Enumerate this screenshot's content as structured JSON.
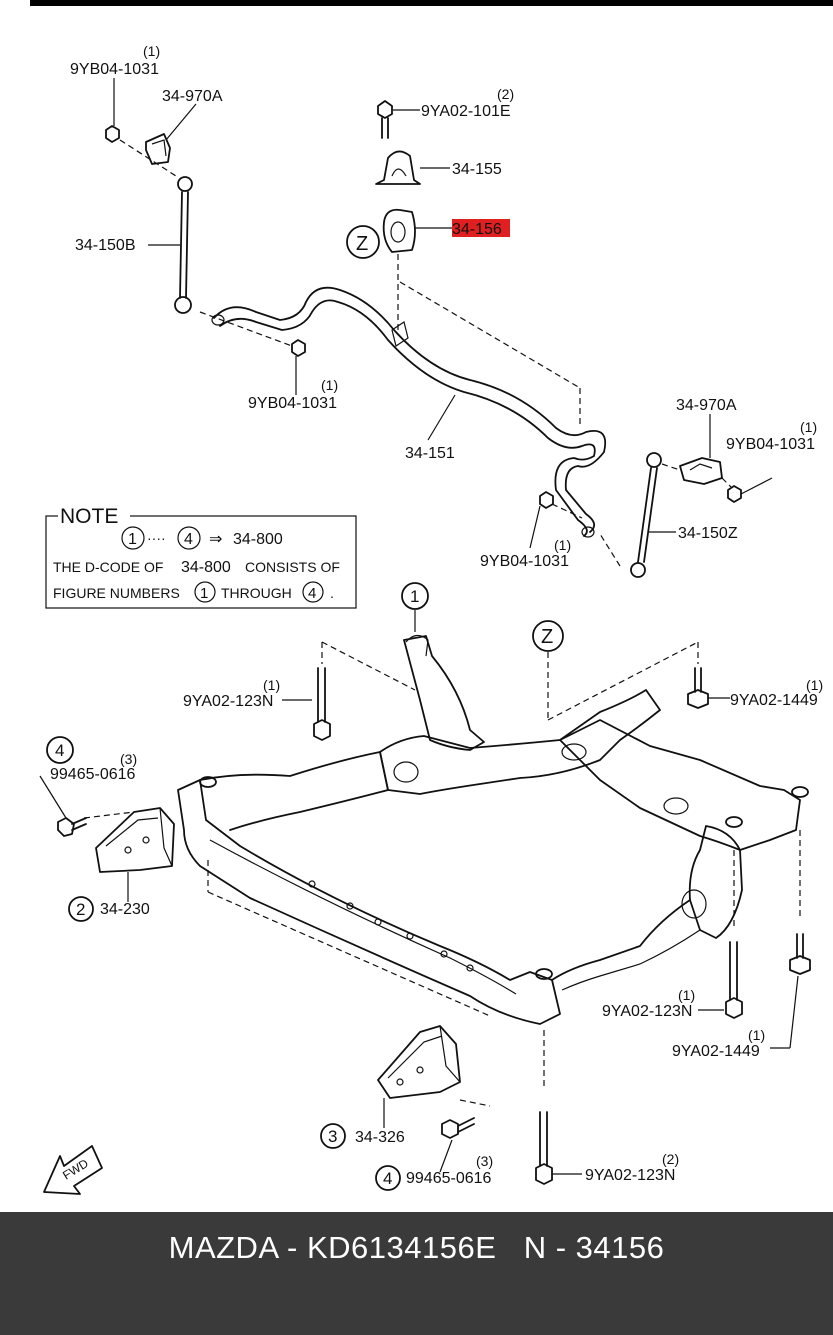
{
  "footer": {
    "text": "MAZDA - KD6134156E   N - 34156"
  },
  "highlight_color": "#e02020",
  "footer_color": "#3a3a3a",
  "labels": {
    "nut_top_left": "9YB04-1031",
    "nut_top_left_qty": "(1)",
    "bracket_top_left": "34-970A",
    "bolt_top": "9YA02-101E",
    "bolt_top_qty": "(2)",
    "clamp": "34-155",
    "bushing": "34-156",
    "zone_z_upper": "Z",
    "link_left": "34-150B",
    "nut_mid_left": "9YB04-1031",
    "nut_mid_left_qty": "(1)",
    "stabilizer": "34-151",
    "bracket_right": "34-970A",
    "nut_right": "9YB04-1031",
    "nut_right_qty": "(1)",
    "link_right": "34-150Z",
    "nut_lower_mid": "9YB04-1031",
    "nut_lower_mid_qty": "(1)",
    "circle_1_top": "1",
    "zone_z_lower": "Z",
    "bolt_left": "9YA02-123N",
    "bolt_left_qty": "(1)",
    "bolt_right_top": "9YA02-1449",
    "bolt_right_top_qty": "(1)",
    "circle_4_left": "4",
    "bolt_small_left": "99465-0616",
    "bolt_small_left_qty": "(3)",
    "circle_2": "2",
    "bracket_2": "34-230",
    "bolt_right_mid": "9YA02-123N",
    "bolt_right_mid_qty": "(1)",
    "bolt_right_low": "9YA02-1449",
    "bolt_right_low_qty": "(1)",
    "circle_3": "3",
    "bracket_3": "34-326",
    "circle_4_bottom": "4",
    "bolt_small_bottom": "99465-0616",
    "bolt_small_bottom_qty": "(3)",
    "bolt_bottom": "9YA02-123N",
    "bolt_bottom_qty": "(2)",
    "fwd": "FWD"
  },
  "note": {
    "title": "NOTE",
    "c1": "1",
    "dots": "····",
    "c4": "4",
    "arrow": "⇒",
    "code": "34-800",
    "line2a": "THE D-CODE OF",
    "line2b": "34-800",
    "line2c": "CONSISTS OF",
    "line3a": "FIGURE NUMBERS",
    "line3b": "1",
    "line3c": "THROUGH",
    "line3d": "4",
    "line3e": "."
  }
}
